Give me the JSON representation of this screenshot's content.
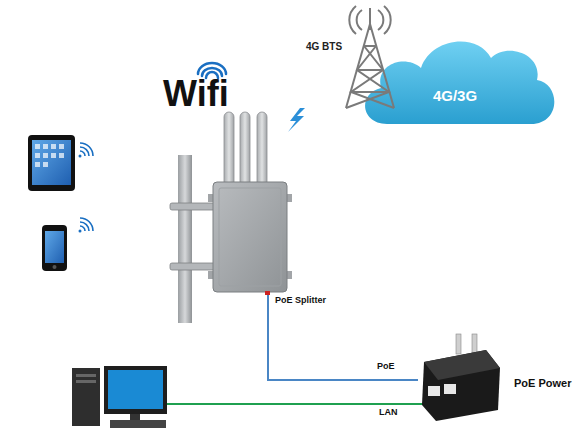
{
  "diagram": {
    "nodes": [
      {
        "text": [
          "4G BTS"
        ]
      },
      {
        "text": [
          "4G/3G"
        ]
      },
      {
        "text": [
          "Wifi"
        ]
      },
      {
        "text": [
          "PoE Power"
        ]
      }
    ],
    "edges": [
      {
        "from": 2,
        "to": 3,
        "label": "PoE",
        "arrow": "none"
      }
    ],
    "labels": [
      "PoE Splitter",
      "LAN"
    ]
  }
}
